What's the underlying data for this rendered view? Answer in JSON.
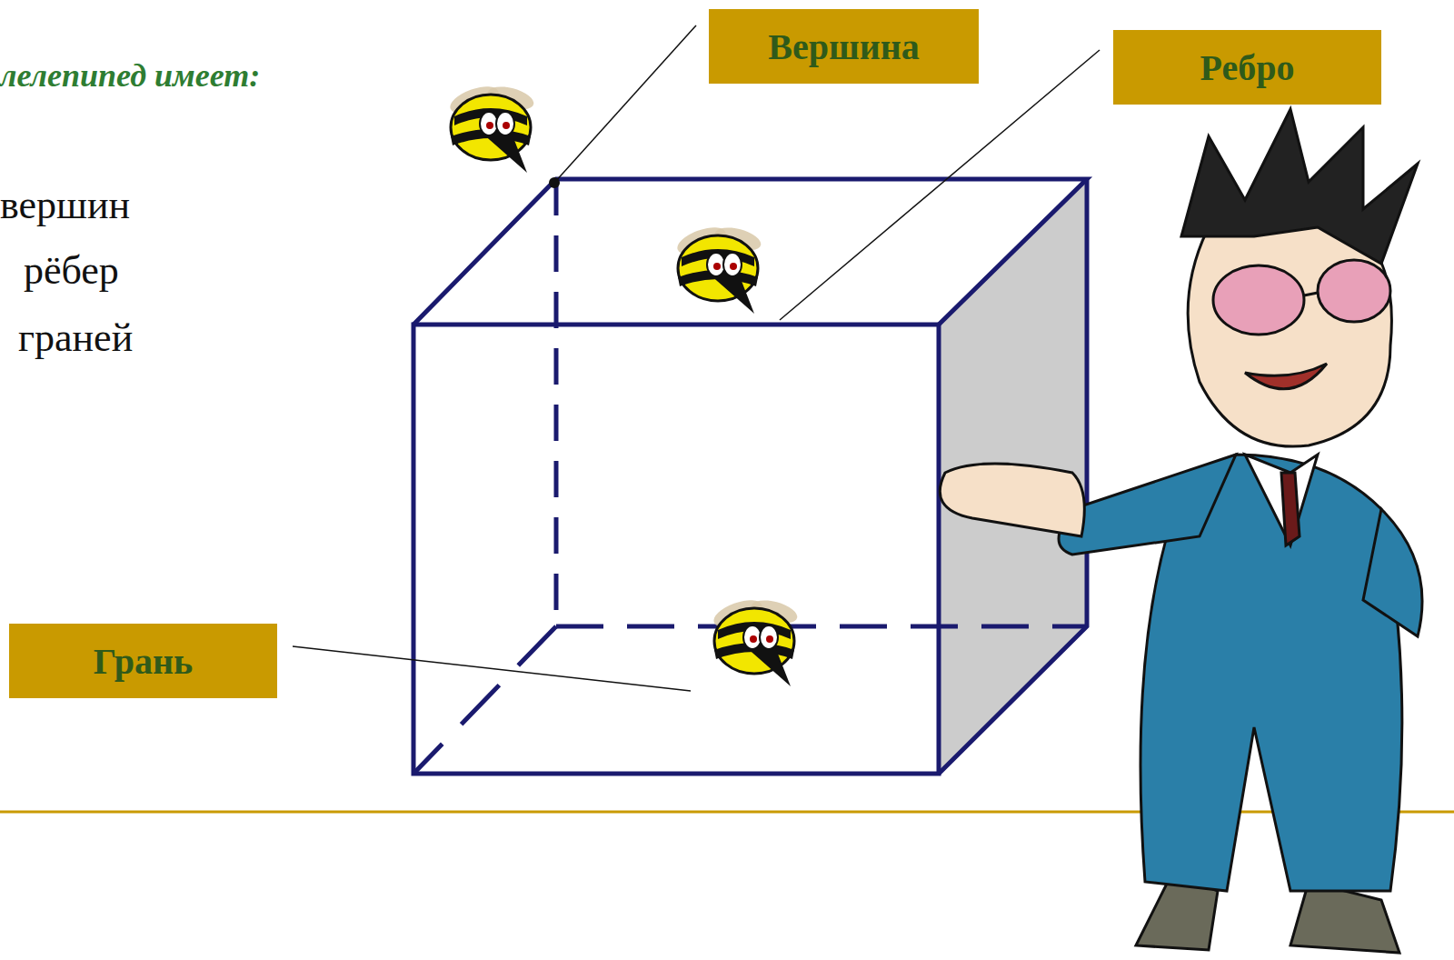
{
  "diagram": {
    "nodes": [
      {
        "text": [
          "Вершина"
        ]
      },
      {
        "text": [
          "Ребро"
        ]
      },
      {
        "text": [
          "Грань"
        ]
      }
    ],
    "labels": [
      "лелепипед имеет:",
      "вершин",
      "рёбер",
      "граней"
    ]
  }
}
